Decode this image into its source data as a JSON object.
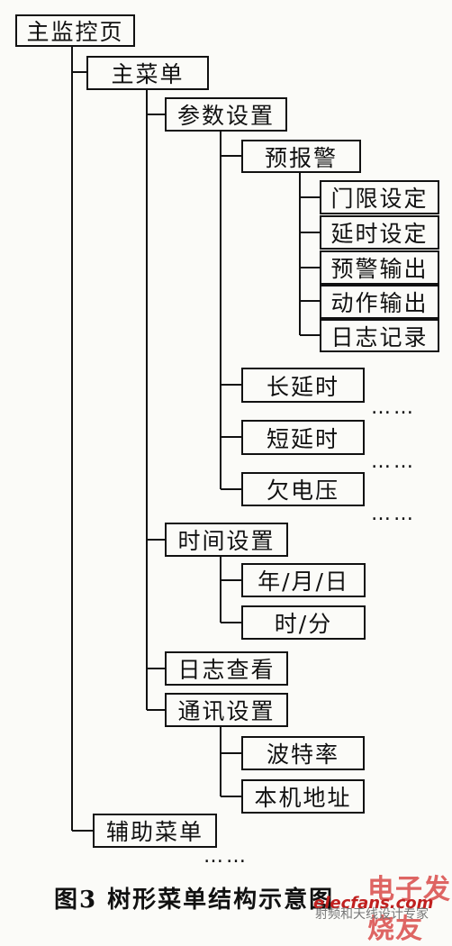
{
  "diagram": {
    "root": "主监控页",
    "main_menu": "主菜单",
    "param_settings": "参数设置",
    "pre_alarm": "预报警",
    "threshold": "门限设定",
    "delay_setting": "延时设定",
    "warning_output": "预警输出",
    "action_output": "动作输出",
    "log_record": "日志记录",
    "long_delay": "长延时",
    "short_delay": "短延时",
    "undervoltage": "欠电压",
    "ellipsis": "……",
    "time_settings": "时间设置",
    "ymd": "年/月/日",
    "hm": "时/分",
    "log_view": "日志查看",
    "comm_settings": "通讯设置",
    "baud_rate": "波特率",
    "local_address": "本机地址",
    "aux_menu": "辅助菜单"
  },
  "caption": "图3  树形菜单结构示意图",
  "watermark": {
    "brand": "电子发烧友",
    "site": "elecfans.com",
    "slogan": "射频和天线设计专家"
  }
}
